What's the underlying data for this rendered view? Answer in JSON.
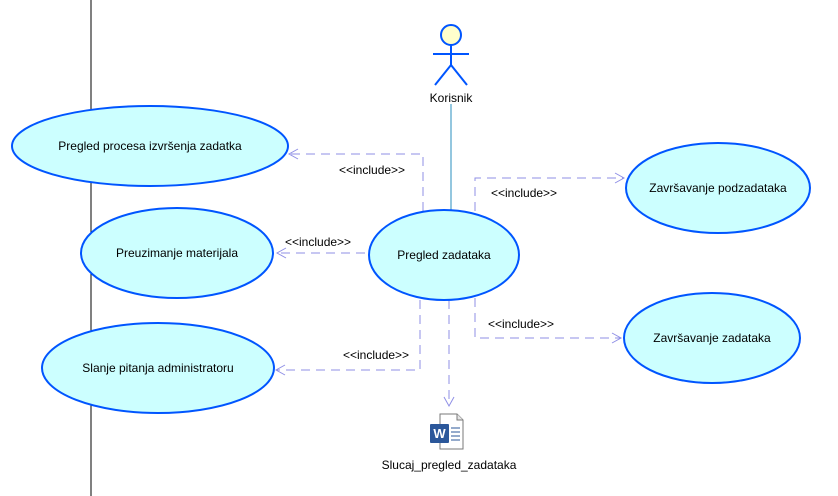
{
  "diagram": {
    "actor": {
      "name": "Korisnik",
      "icon": "stick-figure-actor-icon"
    },
    "use_cases": [
      {
        "id": "pregled-procesa",
        "label": "Pregled procesa izvršenja zadatka"
      },
      {
        "id": "preuzimanje",
        "label": "Preuzimanje materijala"
      },
      {
        "id": "slanje",
        "label": "Slanje pitanja administratoru"
      },
      {
        "id": "pregled-zadataka",
        "label": "Pregled zadataka"
      },
      {
        "id": "zavrsavanje-podzadataka",
        "label": "Završavanje podzadataka"
      },
      {
        "id": "zavrsavanje-zadataka",
        "label": "Završavanje zadataka"
      }
    ],
    "relations": [
      {
        "from": "pregled-zadataka",
        "to": "pregled-procesa",
        "stereotype": "<<include>>"
      },
      {
        "from": "pregled-zadataka",
        "to": "preuzimanje",
        "stereotype": "<<include>>"
      },
      {
        "from": "pregled-zadataka",
        "to": "slanje",
        "stereotype": "<<include>>"
      },
      {
        "from": "pregled-zadataka",
        "to": "zavrsavanje-podzadataka",
        "stereotype": "<<include>>"
      },
      {
        "from": "pregled-zadataka",
        "to": "zavrsavanje-zadataka",
        "stereotype": "<<include>>"
      }
    ],
    "document": {
      "label": "Slucaj_pregled_zadataka",
      "icon": "word-document-icon",
      "icon_letter": "W"
    },
    "colors": {
      "ellipse_fill": "#ccffff",
      "ellipse_stroke": "#0055ff",
      "dependency_line": "#8f8fe6",
      "association_line": "#2a8fbf",
      "word_blue": "#2b579a"
    }
  }
}
